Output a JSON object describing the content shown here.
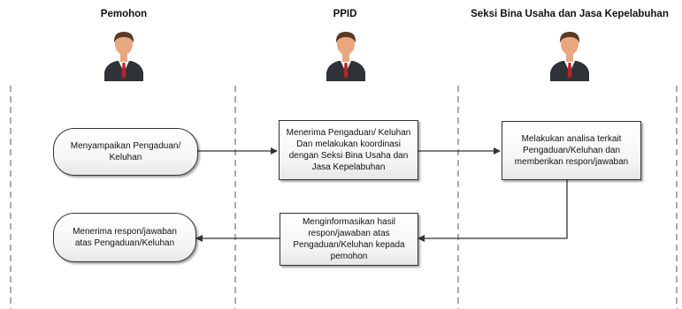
{
  "lanes": [
    {
      "title": "Pemohon"
    },
    {
      "title": "PPID"
    },
    {
      "title": "Seksi Bina Usaha dan Jasa Kepelabuhan"
    }
  ],
  "nodes": {
    "submit": "Menyampaikan Pengaduan/ Keluhan",
    "receive": "Menerima Pengaduan/ Keluhan Dan melakukan koordinasi dengan Seksi Bina Usaha dan Jasa Kepelabuhan",
    "analyze": "Melakukan analisa terkait Pengaduan/Keluhan dan memberikan respon/jawaban",
    "inform": "Menginformasikan hasil respon/jawaban atas Pengaduan/Keluhan kepada pemohon",
    "receive_response": "Menerima respon/jawaban atas Pengaduan/Keluhan"
  },
  "colors": {
    "suit": "#2f3237",
    "skin": "#e8a77f",
    "hair": "#5a3a26",
    "shirt": "#ffffff",
    "tie": "#b3262a",
    "border": "#333333",
    "arrow": "#333333",
    "lane_divider": "#555555"
  }
}
